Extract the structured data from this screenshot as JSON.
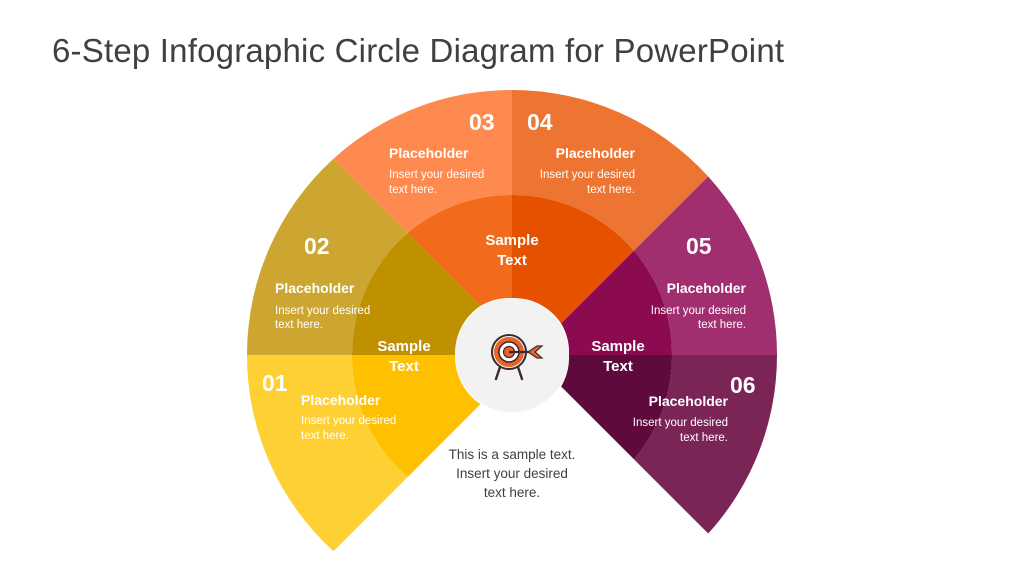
{
  "title": "6-Step Infographic Circle Diagram for PowerPoint",
  "colors": {
    "s01_outer": "#FFD033",
    "s01_inner": "#FFC000",
    "s02_outer": "#CCA630",
    "s02_inner": "#BF9000",
    "s03_outer": "#FF8A50",
    "s03_inner": "#F26A1B",
    "s04_outer": "#ED7431",
    "s04_inner": "#E65100",
    "s05_outer": "#A12F70",
    "s05_inner": "#8B0A50",
    "s06_outer": "#7B2557",
    "s06_inner": "#5E0A3C",
    "hub": "#F2F2F2",
    "icon": "#E8632A"
  },
  "segments": [
    {
      "number": "01",
      "title": "Placeholder",
      "desc_line1": "Insert your desired",
      "desc_line2": "text here."
    },
    {
      "number": "02",
      "title": "Placeholder",
      "desc_line1": "Insert your desired",
      "desc_line2": "text here."
    },
    {
      "number": "03",
      "title": "Placeholder",
      "desc_line1": "Insert your desired",
      "desc_line2": "text here."
    },
    {
      "number": "04",
      "title": "Placeholder",
      "desc_line1": "Insert your desired",
      "desc_line2": "text here."
    },
    {
      "number": "05",
      "title": "Placeholder",
      "desc_line1": "Insert your desired",
      "desc_line2": "text here."
    },
    {
      "number": "06",
      "title": "Placeholder",
      "desc_line1": "Insert your desired",
      "desc_line2": "text here."
    }
  ],
  "groups": [
    {
      "line1": "Sample",
      "line2": "Text"
    },
    {
      "line1": "Sample",
      "line2": "Text"
    },
    {
      "line1": "Sample",
      "line2": "Text"
    }
  ],
  "bottom_note": {
    "line1": "This is a sample text.",
    "line2": "Insert your desired",
    "line3": "text here."
  },
  "hub_icon": "target-with-arrow-icon"
}
